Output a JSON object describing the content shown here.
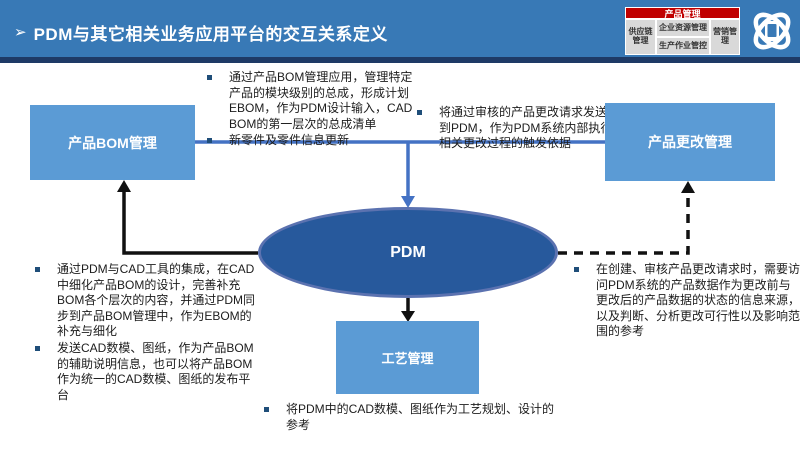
{
  "header": {
    "chevron": "➢",
    "title": "PDM与其它相关业务应用平台的交互关系定义",
    "minimap": {
      "root": "产品管理",
      "cells": [
        "供应链管理",
        "企业资源管理",
        "生产作业管控",
        "营销管理"
      ]
    }
  },
  "diagram": {
    "nodes": {
      "bom": "产品BOM管理",
      "change": "产品更改管理",
      "pdm": "PDM",
      "process": "工艺管理"
    },
    "notes": {
      "top": [
        "通过产品BOM管理应用，管理特定产品的模块级别的总成，形成计划EBOM，作为PDM设计输入，CAD BOM的第一层次的总成清单",
        "新零件及零件信息更新"
      ],
      "topRight": [
        "将通过审核的产品更改请求发送到PDM，作为PDM系统内部执行相关更改过程的触发依据"
      ],
      "left": [
        "通过PDM与CAD工具的集成，在CAD中细化产品BOM的设计，完善补充BOM各个层次的内容，并通过PDM同步到产品BOM管理中，作为EBOM的补充与细化",
        "发送CAD数模、图纸，作为产品BOM的辅助说明信息，也可以将产品BOM作为统一的CAD数模、图纸的发布平台"
      ],
      "right": [
        "在创建、审核产品更改请求时，需要访问PDM系统的产品数据作为更改前与更改后的产品数据的状态的信息来源，以及判断、分析更改可行性以及影响范围的参考"
      ],
      "bottom": [
        "将PDM中的CAD数模、图纸作为工艺规划、设计的参考"
      ]
    },
    "colors": {
      "header_bg": "#3879b6",
      "header_strip": "#1e3a66",
      "minimap_red": "#c00000",
      "minimap_gray": "#d9d9d9",
      "node_blue": "#5b9bd5",
      "pdm_fill": "#27599c",
      "blue_arrow": "#4472c4",
      "black_arrow": "#111111",
      "bullet": "#1f4e79"
    }
  }
}
